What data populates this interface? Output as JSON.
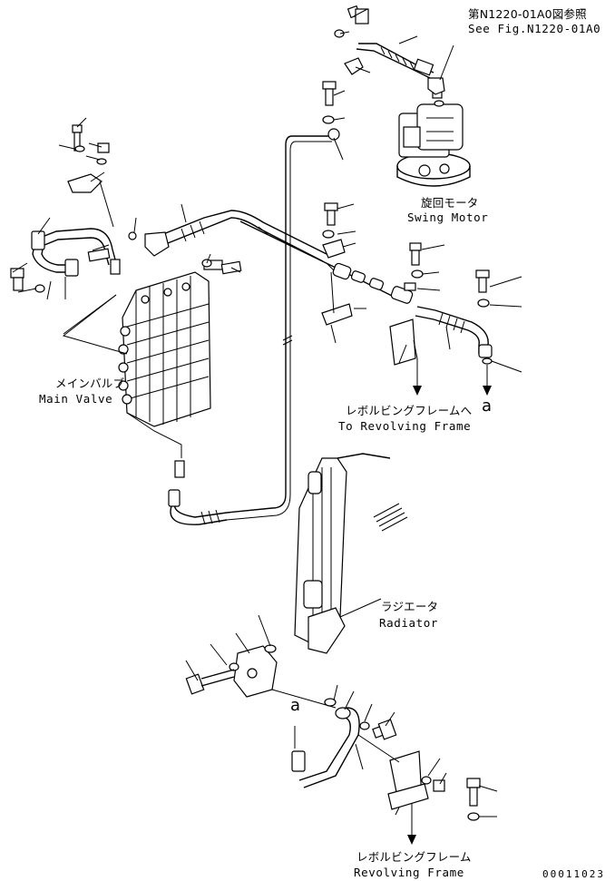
{
  "labels": {
    "see_fig_jp": "第N1220-01A0図参照",
    "see_fig_en": "See Fig.N1220-01A0",
    "swing_motor_jp": "旋回モータ",
    "swing_motor_en": "Swing Motor",
    "main_valve_jp": "メインバルブ",
    "main_valve_en": "Main Valve",
    "to_revolving_frame_jp": "レボルビングフレームへ",
    "to_revolving_frame_en": "To Revolving Frame",
    "ref_a_1": "a",
    "ref_a_2": "a",
    "radiator_jp": "ラジエータ",
    "radiator_en": "Radiator",
    "revolving_frame_jp": "レボルビングフレーム",
    "revolving_frame_en": "Revolving Frame",
    "drawing_number": "00011023"
  }
}
